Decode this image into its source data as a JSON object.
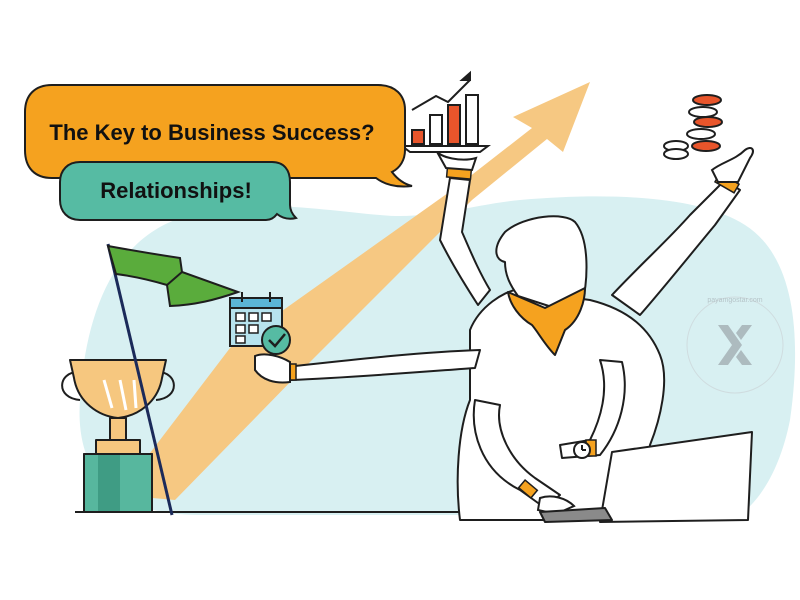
{
  "speech": {
    "question": "The Key to Business Success?",
    "answer": "Relationships!"
  },
  "watermark": {
    "text": "payamgostar.com"
  },
  "colors": {
    "orange": "#f5a21f",
    "teal": "#56bba3",
    "light_blue": "#d8f0f2",
    "arrow": "#f6c882",
    "flag_green": "#5aac3c",
    "trophy_gold": "#f6c77f",
    "trophy_base": "#57b79e",
    "chart_red": "#e8552b",
    "outline": "#1e1e1e"
  },
  "icons": [
    "trophy-icon",
    "flag-icon",
    "calendar-check-icon",
    "bar-chart-icon",
    "coin-stack-icon",
    "laptop-icon",
    "wristwatch-icon",
    "logo-icon"
  ]
}
